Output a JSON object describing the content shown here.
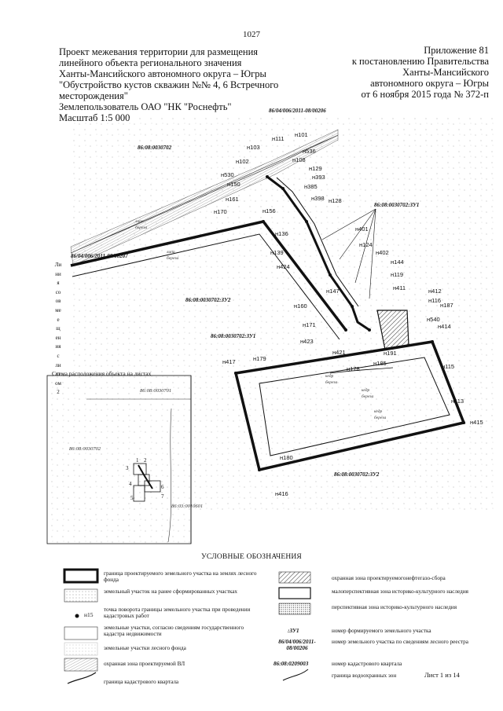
{
  "page_number": "1027",
  "title_lines": [
    "Проект межевания территории для размещения",
    "линейного объекта регионального значения",
    "Ханты-Мансийского автономного округа – Югры",
    "\"Обустройство кустов скважин №№ 4, 6 Встречного",
    "месторождения\"",
    "Землепользователь ОАО \"НК \"Роснефть\"",
    "Масштаб 1:5 000"
  ],
  "appendix_lines": [
    "Приложение 81",
    "к постановлению Правительства",
    "Ханты-Мансийского",
    "автономного округа – Югры",
    "от 6 ноября 2015 года № 372-п"
  ],
  "map": {
    "quarters": {
      "q702": "86:08:0030702",
      "zu1_right": "86:08:0030702:ЗУ1",
      "zu2_left": "86:08:0030702:ЗУ2",
      "zu1_center": "86:08:0030702:ЗУ1",
      "zu2_bottom": "86:08:0030702:ЗУ2",
      "forest_top": "86/04/006/2011-08/00206",
      "forest_left": "86/04/006/2011-08/00207"
    },
    "points": [
      {
        "id": "н103",
        "label": "н103"
      },
      {
        "id": "н111",
        "label": "н111"
      },
      {
        "id": "н101",
        "label": "н101"
      },
      {
        "id": "н536",
        "label": "н536"
      },
      {
        "id": "н102",
        "label": "н102"
      },
      {
        "id": "н108",
        "label": "н108"
      },
      {
        "id": "н530",
        "label": "н530"
      },
      {
        "id": "н129",
        "label": "н129"
      },
      {
        "id": "н393",
        "label": "н393"
      },
      {
        "id": "н150",
        "label": "н150"
      },
      {
        "id": "н385",
        "label": "н385"
      },
      {
        "id": "н161",
        "label": "н161"
      },
      {
        "id": "н398",
        "label": "н398"
      },
      {
        "id": "н128",
        "label": "н128"
      },
      {
        "id": "н170",
        "label": "н170"
      },
      {
        "id": "н156",
        "label": "н156"
      },
      {
        "id": "н401",
        "label": "н401"
      },
      {
        "id": "н136",
        "label": "н136"
      },
      {
        "id": "н124",
        "label": "н124"
      },
      {
        "id": "н139",
        "label": "н139"
      },
      {
        "id": "н402",
        "label": "н402"
      },
      {
        "id": "н144",
        "label": "н144"
      },
      {
        "id": "н424",
        "label": "н424"
      },
      {
        "id": "н119",
        "label": "н119"
      },
      {
        "id": "н411",
        "label": "н411"
      },
      {
        "id": "н147",
        "label": "н147"
      },
      {
        "id": "н412",
        "label": "н412"
      },
      {
        "id": "н116",
        "label": "н116"
      },
      {
        "id": "н187",
        "label": "н187"
      },
      {
        "id": "н160",
        "label": "н160"
      },
      {
        "id": "н540",
        "label": "н540"
      },
      {
        "id": "н414",
        "label": "н414"
      },
      {
        "id": "н171",
        "label": "н171"
      },
      {
        "id": "н423",
        "label": "н423"
      },
      {
        "id": "н421",
        "label": "н421"
      },
      {
        "id": "н191",
        "label": "н191"
      },
      {
        "id": "н417",
        "label": "н417"
      },
      {
        "id": "н179",
        "label": "н179"
      },
      {
        "id": "н185",
        "label": "н185"
      },
      {
        "id": "н178",
        "label": "н178"
      },
      {
        "id": "н115",
        "label": "н115"
      },
      {
        "id": "н113",
        "label": "н113"
      },
      {
        "id": "н415",
        "label": "н415"
      },
      {
        "id": "н180",
        "label": "н180"
      },
      {
        "id": "н416",
        "label": "н416"
      }
    ],
    "vertical_label": [
      "Ли",
      "ни",
      "я",
      "со",
      "ов",
      "ме",
      "е",
      "щ",
      "ен",
      "ия",
      "с",
      "ли",
      "ст",
      "ом",
      "2"
    ],
    "inset": {
      "title": "Схема расположения объекта на листах",
      "q701": "86:08:0030701",
      "q702": "86:08:0030702",
      "q601": "86:03:0010601",
      "sheet_numbers": [
        "1",
        "2",
        "3",
        "4",
        "5",
        "6",
        "7"
      ]
    },
    "forest_labels": [
      "липа",
      "береза",
      "липа",
      "береза",
      "кедр",
      "береза",
      "кедр",
      "береза",
      "кедр",
      "береза"
    ]
  },
  "legend": {
    "title": "УСЛОВНЫЕ ОБОЗНАЧЕНИЯ",
    "left": [
      {
        "symbol": "thick-border",
        "text": "граница проектируемого земельного участка на землях лесного фонда"
      },
      {
        "symbol": "dotted-fill",
        "text": "земельный участок на ранее сформированных участках"
      },
      {
        "symbol": "point",
        "sample": "н15",
        "text": "точка поворота границы земельного участка при проведении кадастровых работ"
      },
      {
        "symbol": "thin-border",
        "text": "земельные участки, согласно сведениям государственного кадастра недвижимости"
      },
      {
        "symbol": "light-dots",
        "text": "земельные участки лесного фонда"
      },
      {
        "symbol": "vl-hatch",
        "text": "охранная зона проектируемой ВЛ"
      },
      {
        "symbol": "curve",
        "text": "граница кадастрового квартала"
      }
    ],
    "right": [
      {
        "symbol": "diagonal-hatch",
        "text": "охранная зона проектируемогонефтегазо-сбора"
      },
      {
        "symbol": "blank-box",
        "text": "малоперспективная зона историко-культурного наследия"
      },
      {
        "symbol": "dense-dots",
        "text": "перспективная зона историко-культурного наследия"
      },
      {
        "sample": ":ЗУ1",
        "text": "номер формируемого земельного участка"
      },
      {
        "sample": "86/04/006/2011-08/00206",
        "text": "номер земельного участка по сведениям лесного реестра"
      },
      {
        "sample": "86:08:0209003",
        "text": "номер кадастрового квартала"
      },
      {
        "symbol": "curve-small",
        "text": "граница водоохранных зон"
      }
    ]
  },
  "sheet_label": "Лист 1 из 14"
}
